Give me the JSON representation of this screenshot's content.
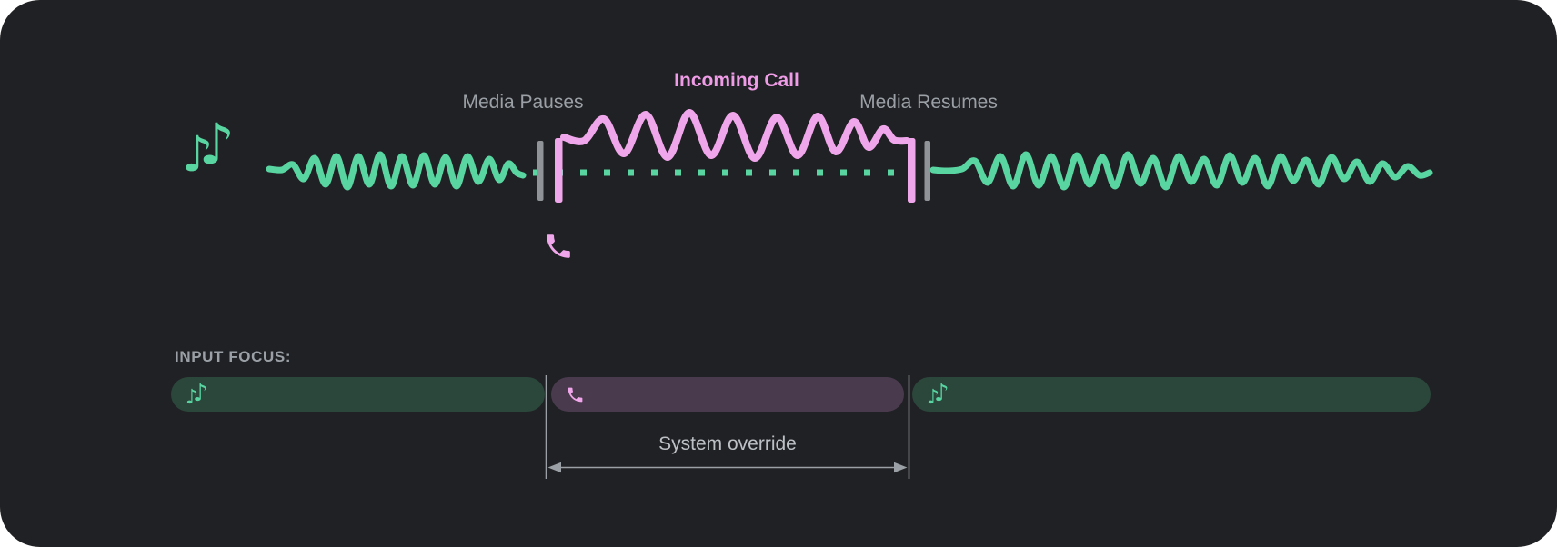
{
  "palette": {
    "page_bg": "#ffffff",
    "panel_bg": "#202124",
    "media_green": "#58d5a1",
    "media_green_dim": "#2b463b",
    "call_pink": "#f0a6ea",
    "call_purple_dim": "#4a3a4e",
    "label_gray": "#9aa0a6",
    "marker_gray": "#909498",
    "annotation_gray": "#bdc1c6",
    "incoming_pink": "#ee9ce6"
  },
  "timeline": {
    "media_pauses_label": "Media Pauses",
    "incoming_call_label": "Incoming Call",
    "media_resumes_label": "Media Resumes"
  },
  "input_focus": {
    "heading": "INPUT FOCUS:",
    "override_label": "System override"
  },
  "icons": {
    "note_glyph": "♪",
    "music_notes_icon": "two-eighth-notes",
    "phone_icon": "call-handset"
  }
}
